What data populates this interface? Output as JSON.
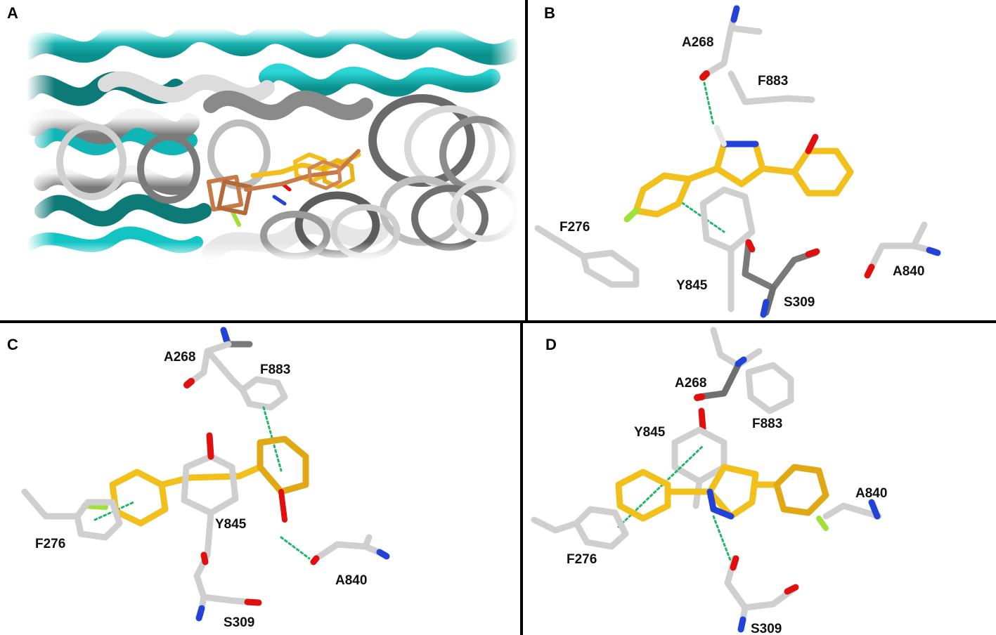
{
  "panels": [
    {
      "letter": "A",
      "labels": []
    },
    {
      "letter": "B",
      "labels": [
        "A268",
        "F883",
        "F276",
        "Y845",
        "S309",
        "A840"
      ]
    },
    {
      "letter": "C",
      "labels": [
        "A268",
        "F883",
        "F276",
        "Y845",
        "A840",
        "S309"
      ]
    },
    {
      "letter": "D",
      "labels": [
        "A268",
        "F883",
        "Y845",
        "A840",
        "F276",
        "S309"
      ]
    }
  ],
  "colors": {
    "ligand": "#f2c01c",
    "ligand_dark": "#c58f0a",
    "ligand_A_alt": "#c77a45",
    "residue_carbon": "#cfcfcf",
    "residue_dark": "#6f6f6f",
    "oxygen": "#e01010",
    "nitrogen": "#2342d8",
    "fluorine": "#9fe03a",
    "hbond": "#1fb86a",
    "helix_cyan": "#12c4c4",
    "helix_teal": "#0e7a78",
    "helix_gray": "#9a9a9a",
    "helix_white": "#ececec",
    "divider": "#000000"
  }
}
